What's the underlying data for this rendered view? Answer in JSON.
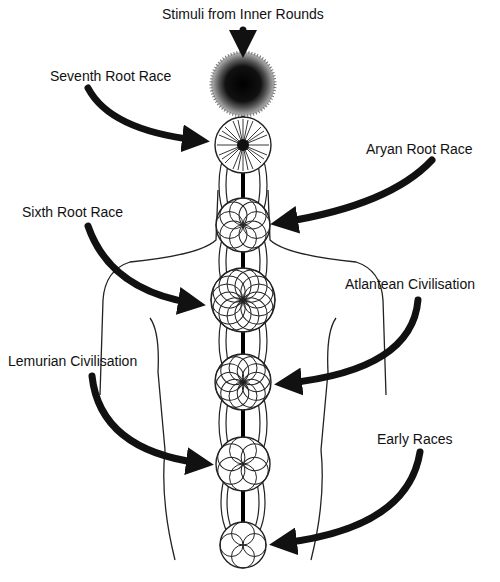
{
  "diagram": {
    "labels": [
      "Stimuli from Inner Rounds",
      "Seventh Root Race",
      "Aryan Root Race",
      "Sixth Root Race",
      "Atlantean Civilisation",
      "Lemurian Civilisation",
      "Early Races"
    ]
  }
}
